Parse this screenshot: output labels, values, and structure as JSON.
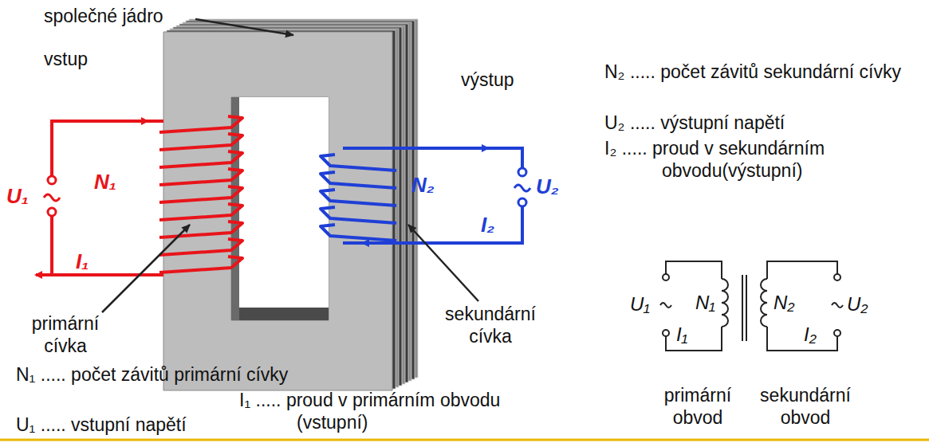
{
  "diagram": {
    "labels": [
      "společné jádro",
      "vstup",
      "výstup",
      "U₁",
      "N₁",
      "I₁",
      "N₂",
      "U₂",
      "I₂",
      "primární cívka",
      "sekundární cívka",
      "N₁ ..... počet závitů primární cívky",
      "U₁ ..... vstupní napětí",
      "I₁ ..... proud v primárním obvodu (vstupní)",
      "N₂ ..... počet závitů sekundární cívky",
      "U₂ ..... výstupní napětí",
      "I₂ ..... proud v sekundárním obvodu(výstupní)",
      "U₁",
      "N₁",
      "I₁",
      "N₂",
      "U₂",
      "I₂",
      "primární obvod",
      "sekundární obvod"
    ]
  }
}
